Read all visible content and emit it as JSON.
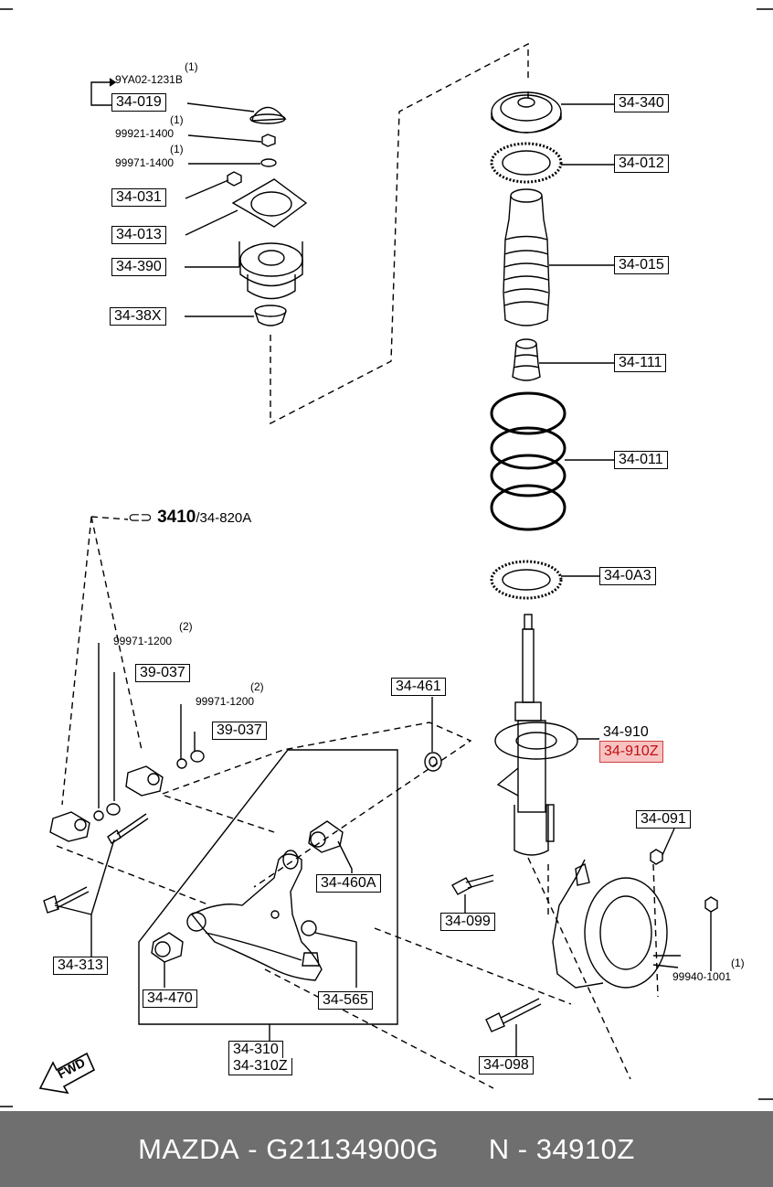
{
  "parts": {
    "p34_019": "34-019",
    "p34_031": "34-031",
    "p34_013": "34-013",
    "p34_390": "34-390",
    "p34_38X": "34-38X",
    "p34_340": "34-340",
    "p34_012": "34-012",
    "p34_015": "34-015",
    "p34_111": "34-111",
    "p34_011": "34-011",
    "p34_0A3": "34-0A3",
    "p34_910": "34-910",
    "p34_910Z": "34-910Z",
    "p34_091": "34-091",
    "p34_099": "34-099",
    "p34_098": "34-098",
    "p34_461": "34-461",
    "p34_460A": "34-460A",
    "p34_470": "34-470",
    "p34_565": "34-565",
    "p34_310": "34-310",
    "p34_310Z": "34-310Z",
    "p34_313": "34-313",
    "p39_037a": "39-037",
    "p39_037b": "39-037"
  },
  "notes": {
    "n9YA02": "9YA02-1231B",
    "q9YA02": "(1)",
    "n99921": "99921-1400",
    "q99921": "(1)",
    "n99971_1400": "99971-1400",
    "q99971_1400": "(1)",
    "n99971_1200a": "99971-1200",
    "q99971_1200a": "(2)",
    "n99971_1200b": "99971-1200",
    "q99971_1200b": "(2)",
    "n99940": "99940-1001",
    "q99940": "(1)"
  },
  "ref": {
    "main": "3410",
    "sub": "/34-820A"
  },
  "fwd": "FWD",
  "footer": {
    "brand": "MAZDA",
    "part_number": "G21134900G",
    "ref_number": "N - 34910Z"
  }
}
